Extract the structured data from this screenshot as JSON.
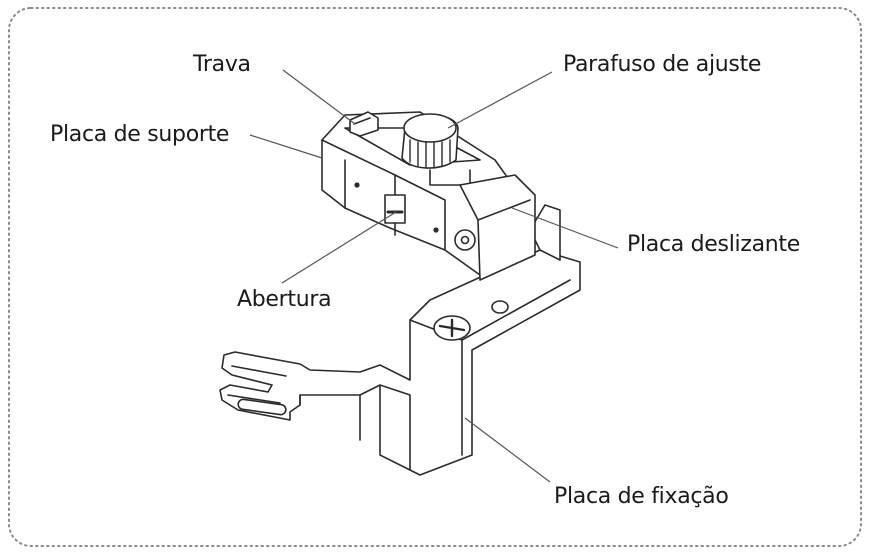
{
  "labels": {
    "trava": "Trava",
    "parafuso": "Parafuso de ajuste",
    "suporte": "Placa de suporte",
    "deslizante": "Placa deslizante",
    "abertura": "Abertura",
    "fixacao": "Placa de fixação"
  },
  "colors": {
    "frame_border": "#8a8a8a",
    "line_art": "#2b2b2b",
    "leader_line": "#555555",
    "text": "#1a1a1a"
  },
  "icon": "sewing-foot-attachment-illustration"
}
